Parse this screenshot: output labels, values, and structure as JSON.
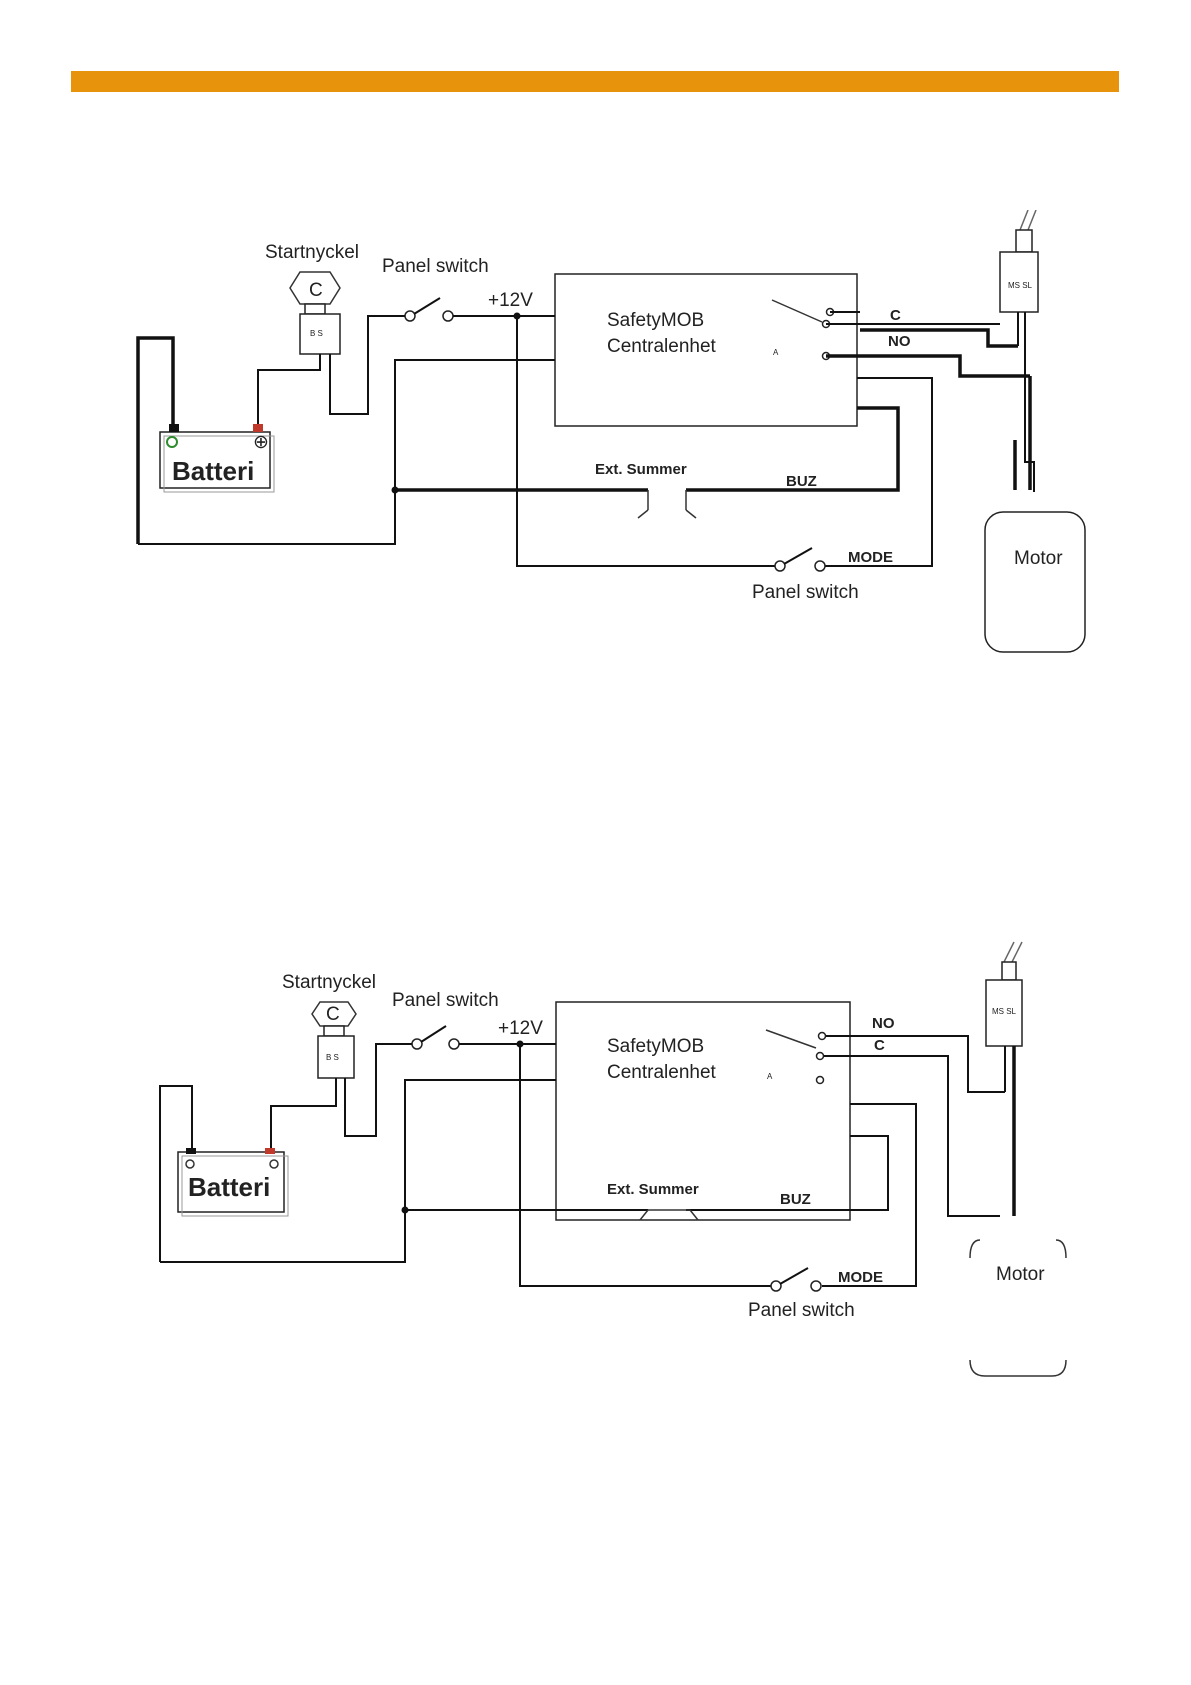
{
  "header": {
    "accent_color": "#e8930c"
  },
  "diagram1": {
    "key_label": "Startnyckel",
    "key_symbol": "C",
    "panel_switch_top": "Panel switch",
    "v12": "+12V",
    "unit_line1": "SafetyMOB",
    "unit_line2": "Centralenhet",
    "c": "C",
    "no": "NO",
    "ext_summer": "Ext. Summer",
    "buz": "BUZ",
    "mode": "MODE",
    "panel_switch_bottom": "Panel switch",
    "battery": "Batteri",
    "motor": "Motor"
  },
  "diagram2": {
    "key_label": "Startnyckel",
    "key_symbol": "C",
    "panel_switch_top": "Panel switch",
    "v12": "+12V",
    "unit_line1": "SafetyMOB",
    "unit_line2": "Centralenhet",
    "no": "NO",
    "c": "C",
    "ext_summer": "Ext. Summer",
    "buz": "BUZ",
    "mode": "MODE",
    "panel_switch_bottom": "Panel switch",
    "battery": "Batteri",
    "motor": "Motor"
  }
}
